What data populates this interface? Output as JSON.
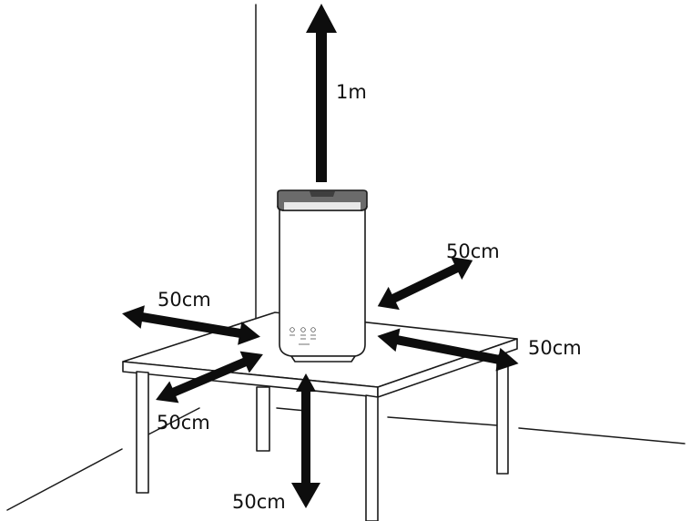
{
  "diagram": {
    "labels": {
      "top": "1m",
      "right_upper": "50cm",
      "left_upper": "50cm",
      "right": "50cm",
      "left_lower": "50cm",
      "bottom": "50cm"
    },
    "colors": {
      "line": "#1a1a1a",
      "arrow": "#0d0d0d",
      "humidifier_body": "#ffffff",
      "humidifier_cap": "#6b6b6b",
      "humidifier_cap_dark": "#3f3f3f",
      "background": "#ffffff"
    }
  }
}
